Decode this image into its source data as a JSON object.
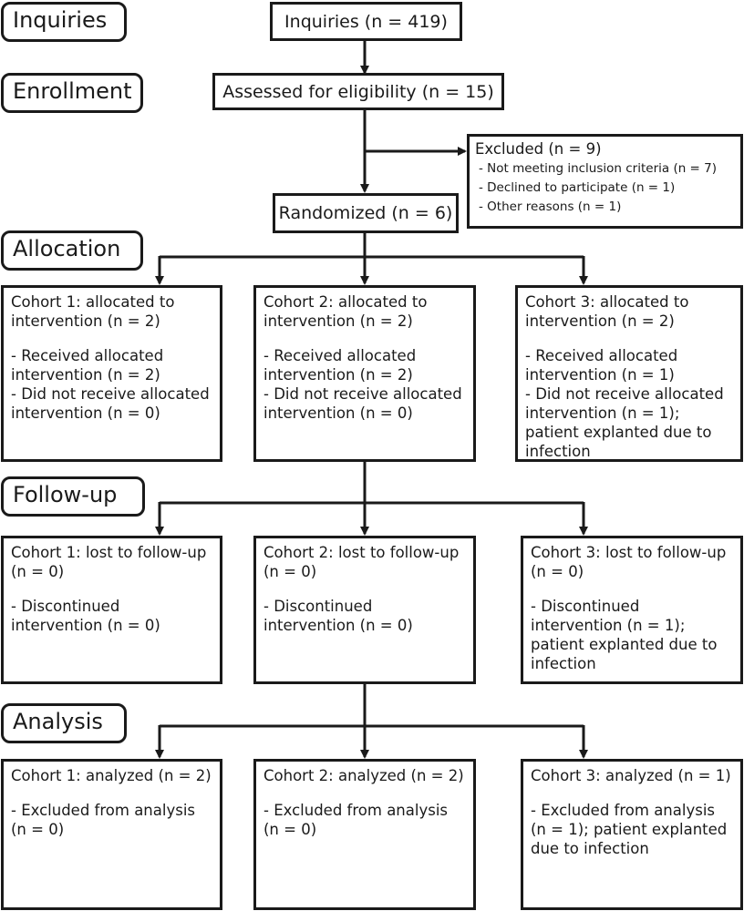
{
  "stages": {
    "inquiries": "Inquiries",
    "enrollment": "Enrollment",
    "allocation": "Allocation",
    "followup": "Follow-up",
    "analysis": "Analysis"
  },
  "flow": {
    "inquiries": "Inquiries (n = 419)",
    "assessed": "Assessed for eligibility (n = 15)",
    "randomized": "Randomized (n = 6)"
  },
  "excluded": {
    "title": "Excluded (n = 9)",
    "items": [
      "- Not meeting inclusion criteria (n = 7)",
      "- Declined to participate (n = 1)",
      "- Other reasons (n = 1)"
    ]
  },
  "allocation": [
    {
      "title": "Cohort 1: allocated to intervention (n = 2)",
      "details": "- Received allocated intervention (n = 2)\n- Did not receive allocated intervention (n = 0)"
    },
    {
      "title": "Cohort 2: allocated to intervention (n = 2)",
      "details": "- Received allocated intervention (n = 2)\n- Did not receive allocated intervention (n = 0)"
    },
    {
      "title": "Cohort 3: allocated to intervention (n = 2)",
      "details": "- Received allocated intervention (n = 1)\n- Did not receive allocated intervention (n = 1); patient explanted due to infection"
    }
  ],
  "followup": [
    {
      "title": "Cohort 1: lost to follow-up (n = 0)",
      "details": "- Discontinued intervention (n = 0)"
    },
    {
      "title": "Cohort 2: lost to follow-up (n = 0)",
      "details": "- Discontinued intervention (n = 0)"
    },
    {
      "title": "Cohort 3: lost to follow-up (n = 0)",
      "details": "- Discontinued intervention (n = 1); patient explanted due to infection"
    }
  ],
  "analysis": [
    {
      "title": "Cohort 1: analyzed (n = 2)",
      "details": "- Excluded from analysis (n = 0)"
    },
    {
      "title": "Cohort 2: analyzed (n = 2)",
      "details": "- Excluded from analysis (n = 0)"
    },
    {
      "title": "Cohort 3: analyzed (n = 1)",
      "details": "- Excluded from analysis (n = 1); patient explanted due to infection"
    }
  ]
}
